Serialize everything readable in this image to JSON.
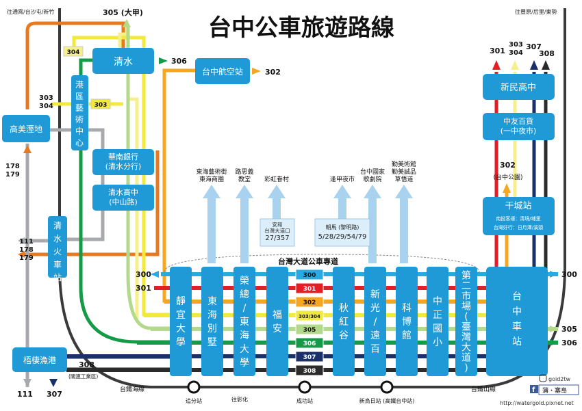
{
  "title": "台中公車旅遊路線",
  "colors": {
    "stop_fill": "#1f9ad6",
    "route_300": "#27a9e1",
    "route_301": "#e31e24",
    "route_302": "#f5a623",
    "route_303": "#f2ea3a",
    "route_304": "#f6ef8e",
    "route_305": "#b3d98b",
    "route_306": "#159b48",
    "route_307": "#1b2f6b",
    "route_308": "#2b2b2b",
    "route_gray": "#a7a9ac",
    "route_orange": "#e67a22",
    "rail": "#3a3a3a",
    "arrow_light_blue": "#a9d2ef"
  },
  "corner_labels": {
    "top_left": "往通霄/台沙屯/新竹",
    "top_right": "往豐原/后里/東勢"
  },
  "stops": {
    "qingshui": "清水",
    "gaomei": "高美溼地",
    "art_center": "港區藝術中心",
    "huanan_bank": "華南銀行\n(清水分行)",
    "qingshui_high": "清水高中\n(中山路)",
    "qingshui_station": "清水火車站",
    "wuqi_port": "梧棲漁港",
    "airport": "台中航空站",
    "xinmin": "新民高中",
    "zhongyou": "中友百貨\n(一中夜市)",
    "gancheng": "干城站",
    "taichung_station": "台中車站",
    "corridor": [
      "靜宜大學",
      "東海別墅",
      "榮總/東海大學",
      "福安",
      "秋紅谷",
      "新光/遠百",
      "科博館",
      "中正國小",
      "第二市場(臺灣大道)"
    ]
  },
  "gancheng_notes": [
    "南投客運：清境/埔里",
    "台灣好行：日月潭/溪頭"
  ],
  "taichung_park": "(台中公園)",
  "boulevard_label": "台灣大道公車專道",
  "route_badges": [
    "300",
    "301",
    "302",
    "303/304",
    "305",
    "306",
    "307",
    "308"
  ],
  "route_labels": {
    "r305_top": "305 (大甲)",
    "r306_qingshui": "306",
    "r302_airport": "302",
    "r304_left": "304",
    "r303_left": "303",
    "r303_304_left": "303\n304",
    "r178_179": "178\n179",
    "r111_178_179": "111\n178\n179",
    "r300_left": "300",
    "r301_left": "301",
    "r308_left": "308",
    "industrial": "(關連工業區)",
    "r111_bottom": "111",
    "r307_bottom": "307",
    "r301_right": "301",
    "r303_304_right": "303\n304",
    "r307_right": "307",
    "r308_right": "308",
    "r302_right": "302",
    "r300_right": "300",
    "r305_right": "305",
    "r306_right": "306"
  },
  "destinations": [
    {
      "label": "東海藝術街\n東海商圈"
    },
    {
      "label": "路思義\n教堂"
    },
    {
      "label": "彩虹眷村"
    },
    {
      "label": "逢甲夜市"
    },
    {
      "label": "台中國家\n歌劇院"
    },
    {
      "label": "勤美術館\n勤美誠品\n草悟道"
    }
  ],
  "transfer_notes": [
    {
      "label": "安和\n台灣大道口\n27/357"
    },
    {
      "label": "朝馬 (黎明路)\n5/28/29/54/79"
    }
  ],
  "rail_labels": {
    "coast_line": "台鐵海線",
    "mountain_line": "台鐵山線",
    "zhuifen": "追分站",
    "to_changhua": "往彰化",
    "chenggong": "成功站",
    "xinwuri": "新烏日站 (高鐵台中站)"
  },
  "credits": {
    "instagram": "goid2tw",
    "facebook": "蒲・塞島",
    "url": "http://watergold.pixnet.net"
  }
}
